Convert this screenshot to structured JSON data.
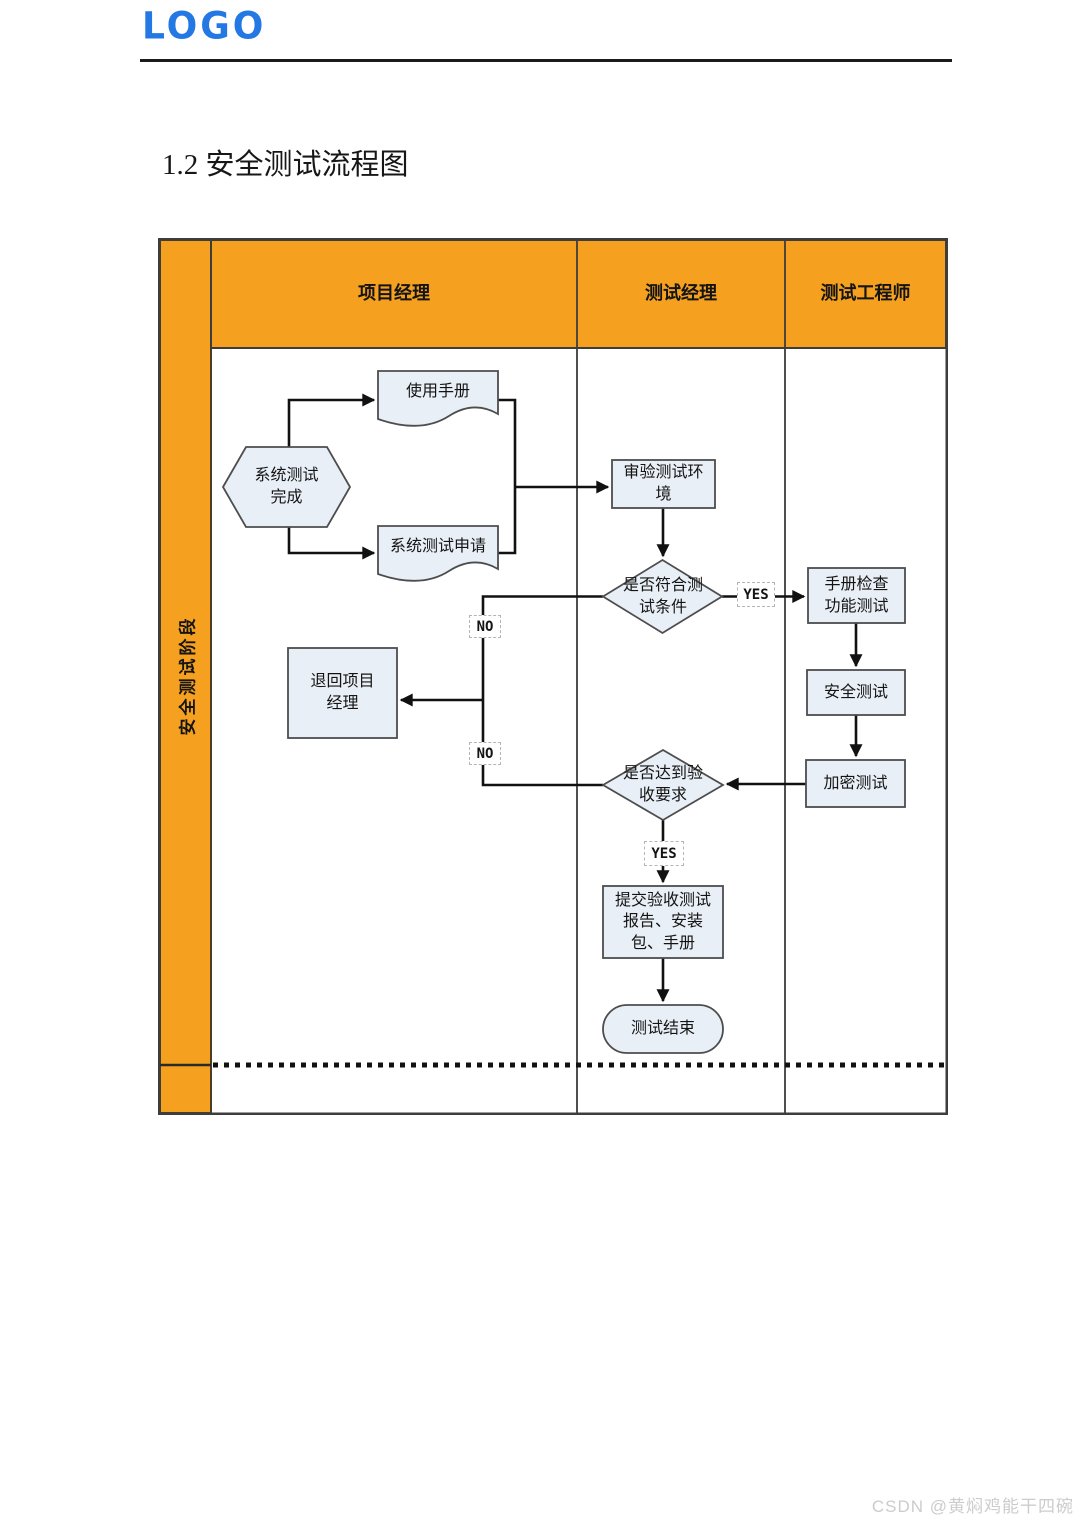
{
  "page": {
    "logo": "LOGO",
    "title": "1.2 安全测试流程图",
    "watermark": "CSDN @黄焖鸡能干四碗"
  },
  "chart": {
    "phase_label": "安全测试阶段",
    "lanes": [
      {
        "label": "项目经理"
      },
      {
        "label": "测试经理"
      },
      {
        "label": "测试工程师"
      }
    ],
    "nodes": {
      "user_manual": "使用手册",
      "system_test_complete": "系统测试\n完成",
      "system_test_request": "系统测试申请",
      "review_test_env": "审验测试环\n境",
      "meets_test_conditions": "是否符合测\n试条件",
      "manual_check_function_test": "手册检查\n功能测试",
      "security_test": "安全测试",
      "encryption_test": "加密测试",
      "return_to_pm": "退回项目\n经理",
      "meets_acceptance": "是否达到验\n收要求",
      "submit_deliverables": "提交验收测试\n报告、安装\n包、手册",
      "test_end": "测试结束"
    },
    "edge_labels": {
      "yes_conditions": "YES",
      "no_conditions": "NO",
      "no_acceptance": "NO",
      "yes_acceptance": "YES"
    },
    "colors": {
      "lane_fill": "#F5A11F",
      "node_fill": "#E9EFF6",
      "node_border": "#4D4D4D",
      "connector": "#111111",
      "logo_blue": "#2478E4"
    }
  }
}
